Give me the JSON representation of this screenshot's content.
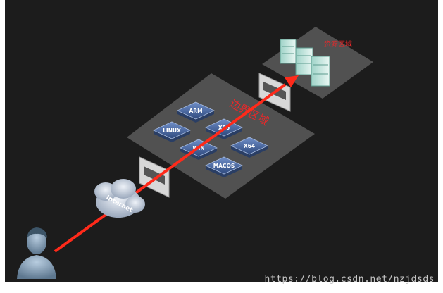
{
  "diagram": {
    "resource_zone_label": "资源区域",
    "edge_zone_label": "边界区域",
    "cloud_label": "Internet",
    "nodes": [
      {
        "id": "arm",
        "label": "ARM"
      },
      {
        "id": "linux",
        "label": "LINUX"
      },
      {
        "id": "x86",
        "label": "X86"
      },
      {
        "id": "win",
        "label": "WIN"
      },
      {
        "id": "x64",
        "label": "X64"
      },
      {
        "id": "macos",
        "label": "MACOS"
      }
    ]
  },
  "watermark": "https://blog.csdn.net/nzjdsds",
  "colors": {
    "background": "#1c1c1c",
    "zone": "#5a5a5a",
    "arrow": "#ff2a1a",
    "zone_label": "#e8282a",
    "node": "#3e5c94"
  }
}
